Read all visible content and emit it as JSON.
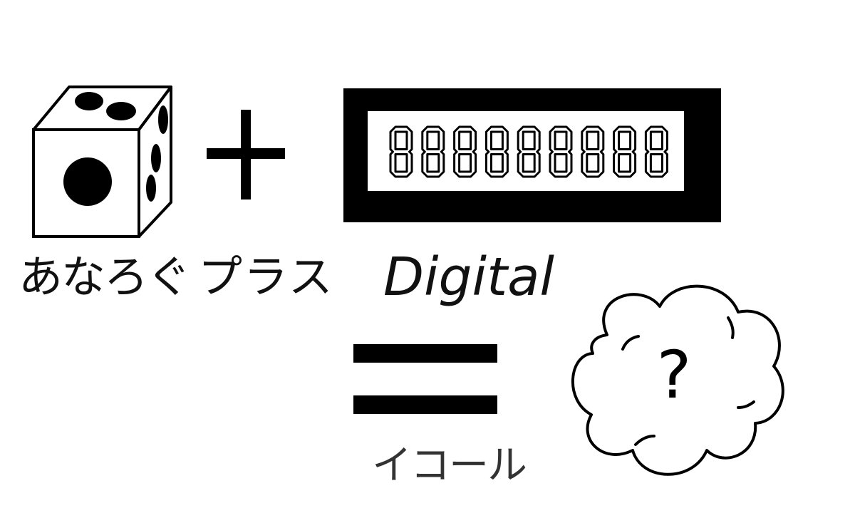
{
  "labels": {
    "analog": "あなろぐ",
    "plus": "プラス",
    "digital": "Digital",
    "equal": "イコール"
  },
  "symbols": {
    "plus": "+",
    "equals": "=",
    "question": "?"
  },
  "display": {
    "digits": "888888888"
  },
  "colors": {
    "ink": "#000000",
    "paper": "#ffffff"
  }
}
